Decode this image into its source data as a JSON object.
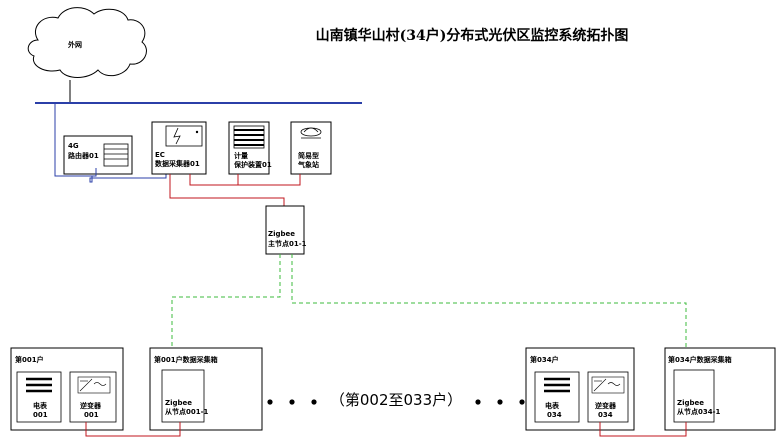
{
  "title": "山南镇华山村(34户)分布式光伏区监控系统拓扑图",
  "cloud_label": "外网",
  "router": {
    "line1": "4G",
    "line2": "路由器01"
  },
  "ec": {
    "line1": "EC",
    "line2": "数据采集器01"
  },
  "meter": {
    "line1": "计量",
    "line2": "保护装置01"
  },
  "weather": {
    "line1": "简易型",
    "line2": "气象站"
  },
  "zigbee_main": {
    "line1": "Zigbee",
    "line2": "主节点01-1"
  },
  "house_001": {
    "label": "第001户",
    "meter_label": "电表",
    "meter_id": "001",
    "inverter_label": "逆变器",
    "inverter_id": "001"
  },
  "box_001": {
    "label": "第001户数据采集箱",
    "line1": "Zigbee",
    "line2": "从节点001-1"
  },
  "middle_text": "（第002至033户）",
  "house_034": {
    "label": "第034户",
    "meter_label": "电表",
    "meter_id": "034",
    "inverter_label": "逆变器",
    "inverter_id": "034"
  },
  "box_034": {
    "label": "第034户数据采集箱",
    "line1": "Zigbee",
    "line2": "从节点034-1"
  },
  "colors": {
    "network": "#2b3fa8",
    "rs485": "#c0161c",
    "zigbee": "#3dbb3d",
    "line": "#000000"
  }
}
